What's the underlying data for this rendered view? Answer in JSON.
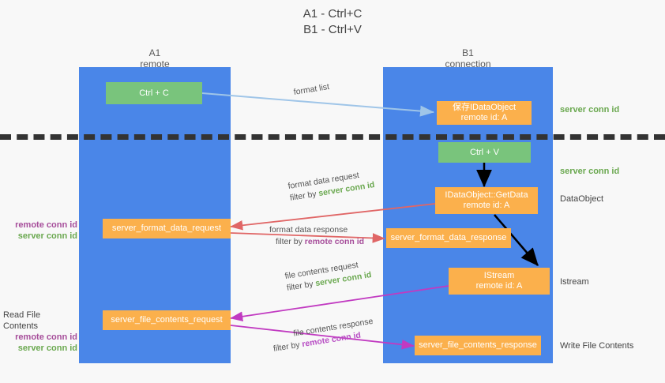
{
  "title": {
    "line1": "A1 - Ctrl+C",
    "line2": "B1 - Ctrl+V"
  },
  "columns": [
    {
      "name": "A1",
      "sub": "remote"
    },
    {
      "name": "B1",
      "sub": "connection"
    }
  ],
  "colors": {
    "lane": "#4a86e8",
    "green_box": "#79c47c",
    "orange_box": "#fbb04c",
    "server_conn_id": "#6aa84f",
    "remote_conn_id": "#a64d9a",
    "arrow_format_list": "#9fc5e8",
    "arrow_format_data": "#e06666",
    "arrow_file_contents": "#c13ac1",
    "arrow_internal": "#000000",
    "background": "#f8f8f8"
  },
  "boxes": {
    "ctrl_c": {
      "line1": "Ctrl + C",
      "line2": ""
    },
    "data_object_store": {
      "line1": "保存IDataObject",
      "line2": "remote id: A"
    },
    "ctrl_v": {
      "line1": "Ctrl + V",
      "line2": ""
    },
    "get_data": {
      "line1": "IDataObject::GetData",
      "line2": "remote id: A"
    },
    "istream": {
      "line1": "IStream",
      "line2": "remote id: A"
    },
    "server_format_data_request": {
      "line1": "server_format_data_request",
      "line2": ""
    },
    "server_format_data_response": {
      "line1": "server_format_data_response",
      "line2": ""
    },
    "server_file_contents_request": {
      "line1": "server_file_contents_request",
      "line2": ""
    },
    "server_file_contents_response": {
      "line1": "server_file_contents_response",
      "line2": ""
    }
  },
  "arrows": [
    {
      "id": "format-list",
      "label_line1": "format list",
      "label_line2": "",
      "color": "#9fc5e8",
      "direction": "a1-to-b1"
    },
    {
      "id": "format-data-request",
      "label_line1": "format data request",
      "label_prefix2": "filter by ",
      "label_highlight2": "server conn id",
      "highlight_color": "#6aa84f",
      "color": "#e06666",
      "direction": "b1-to-a1"
    },
    {
      "id": "format-data-response",
      "label_line1": "format data response",
      "label_prefix2": "filter by ",
      "label_highlight2": "remote conn id",
      "highlight_color": "#a64d9a",
      "color": "#e06666",
      "direction": "a1-to-b1"
    },
    {
      "id": "file-contents-request",
      "label_line1": "file contents request",
      "label_prefix2": "filter by ",
      "label_highlight2": "server conn id",
      "highlight_color": "#6aa84f",
      "color": "#c13ac1",
      "direction": "b1-to-a1"
    },
    {
      "id": "file-contents-response",
      "label_line1": "file contents response",
      "label_prefix2": "filter by ",
      "label_highlight2": "remote conn id",
      "highlight_color": "#b84ec4",
      "color": "#c13ac1",
      "direction": "a1-to-b1"
    }
  ],
  "right_notes": [
    {
      "id": "note-server-conn-id-1",
      "text": "server conn id",
      "style": "green"
    },
    {
      "id": "note-server-conn-id-2",
      "text": "server conn id",
      "style": "green"
    },
    {
      "id": "note-data-object",
      "text": "DataObject",
      "style": "plain"
    },
    {
      "id": "note-istream",
      "text": "Istream",
      "style": "plain"
    },
    {
      "id": "note-write-file-contents",
      "text": "Write File Contents",
      "style": "plain"
    }
  ],
  "left_notes": {
    "group1": {
      "remote": "remote conn id",
      "server": "server conn id"
    },
    "group2": {
      "heading": "Read File Contents",
      "remote": "remote conn id",
      "server": "server conn id"
    }
  }
}
